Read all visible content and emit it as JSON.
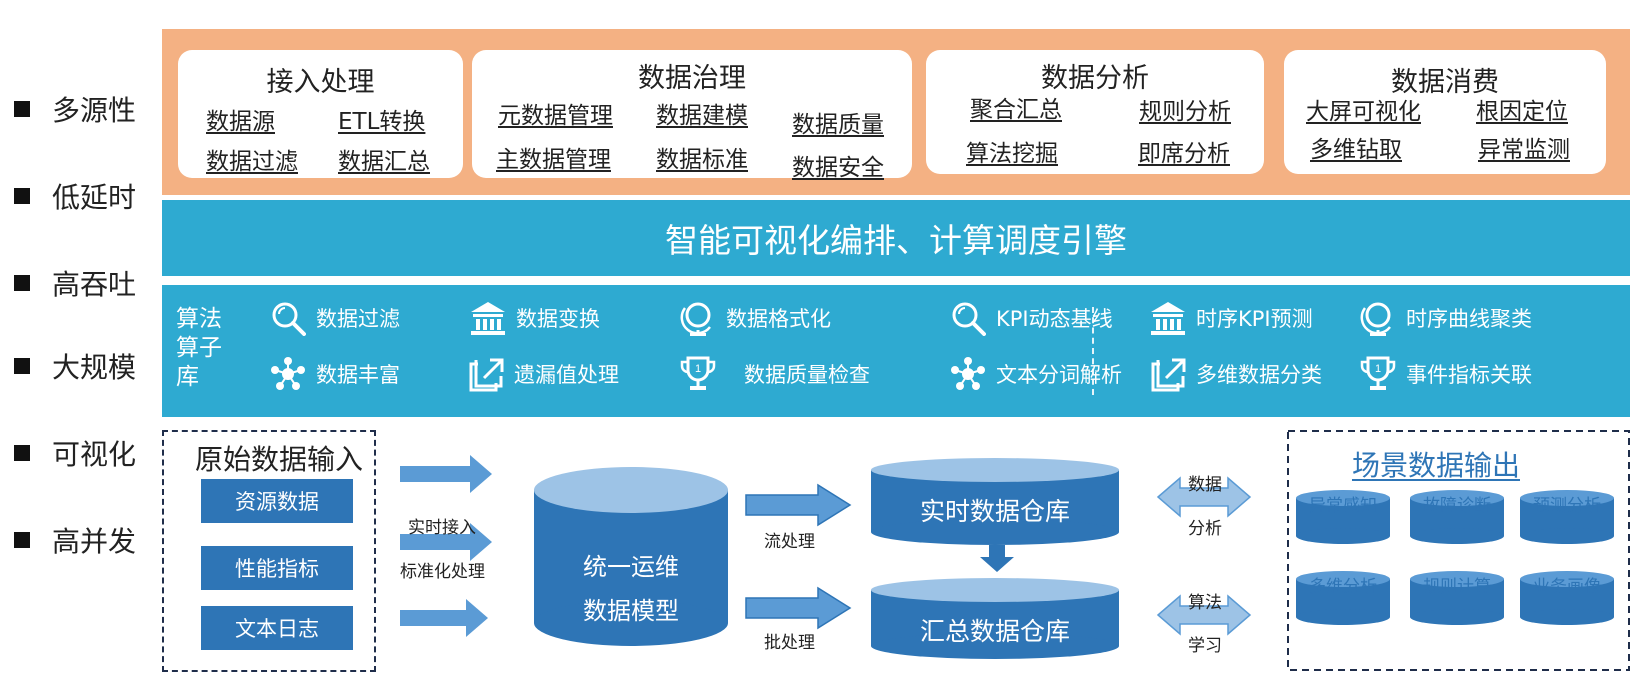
{
  "features": [
    "多源性",
    "低延时",
    "高吞吐",
    "大规模",
    "可视化",
    "高并发"
  ],
  "capabilities": [
    {
      "title": "接入处理",
      "items": [
        "数据源",
        "ETL转换",
        "数据过滤",
        "数据汇总"
      ]
    },
    {
      "title": "数据治理",
      "items": [
        "元数据管理",
        "数据建模",
        "数据质量",
        "主数据管理",
        "数据标准",
        "数据安全"
      ]
    },
    {
      "title": "数据分析",
      "items": [
        "聚合汇总",
        "规则分析",
        "算法挖掘",
        "即席分析"
      ]
    },
    {
      "title": "数据消费",
      "items": [
        "大屏可视化",
        "根因定位",
        "多维钻取",
        "异常监测"
      ]
    }
  ],
  "engine": {
    "title": "智能可视化编排、计算调度引擎"
  },
  "operators": {
    "side_label": [
      "算法",
      "算子",
      "库"
    ],
    "items": [
      {
        "label": "数据过滤",
        "icon": "magnifier-icon"
      },
      {
        "label": "数据变换",
        "icon": "bank-icon"
      },
      {
        "label": "数据格式化",
        "icon": "globe-icon"
      },
      {
        "label": "数据丰富",
        "icon": "network-icon"
      },
      {
        "label": "遗漏值处理",
        "icon": "share-icon"
      },
      {
        "label": "数据质量检查",
        "icon": "trophy-icon"
      },
      {
        "label": "KPI动态基线",
        "icon": "magnifier-icon"
      },
      {
        "label": "时序KPI预测",
        "icon": "bank-icon"
      },
      {
        "label": "时序曲线聚类",
        "icon": "globe-icon"
      },
      {
        "label": "文本分词解析",
        "icon": "network-icon"
      },
      {
        "label": "多维数据分类",
        "icon": "share-icon"
      },
      {
        "label": "事件指标关联",
        "icon": "trophy-icon"
      }
    ]
  },
  "input": {
    "title": "原始数据输入",
    "sources": [
      "资源数据",
      "性能指标",
      "文本日志"
    ]
  },
  "flow_labels": {
    "ingest": [
      "实时接入",
      "标准化处理"
    ],
    "stream": "流处理",
    "batch": "批处理",
    "data_analysis": [
      "数据",
      "分析"
    ],
    "algorithm_learning": [
      "算法",
      "学习"
    ]
  },
  "model": {
    "lines": [
      "统一运维",
      "数据模型"
    ]
  },
  "warehouses": {
    "realtime": "实时数据仓库",
    "summary": "汇总数据仓库"
  },
  "output": {
    "title": "场景数据输出",
    "scenes": [
      "异常感知",
      "故障诊断",
      "预测分析",
      "多维分析",
      "规则计算",
      "业务画像"
    ]
  },
  "colors": {
    "orange": "#f4b183",
    "teal": "#2eaad1",
    "blue": "#2e75b6",
    "light_blue": "#9dc3e6",
    "arrow": "#5b9bd5"
  }
}
